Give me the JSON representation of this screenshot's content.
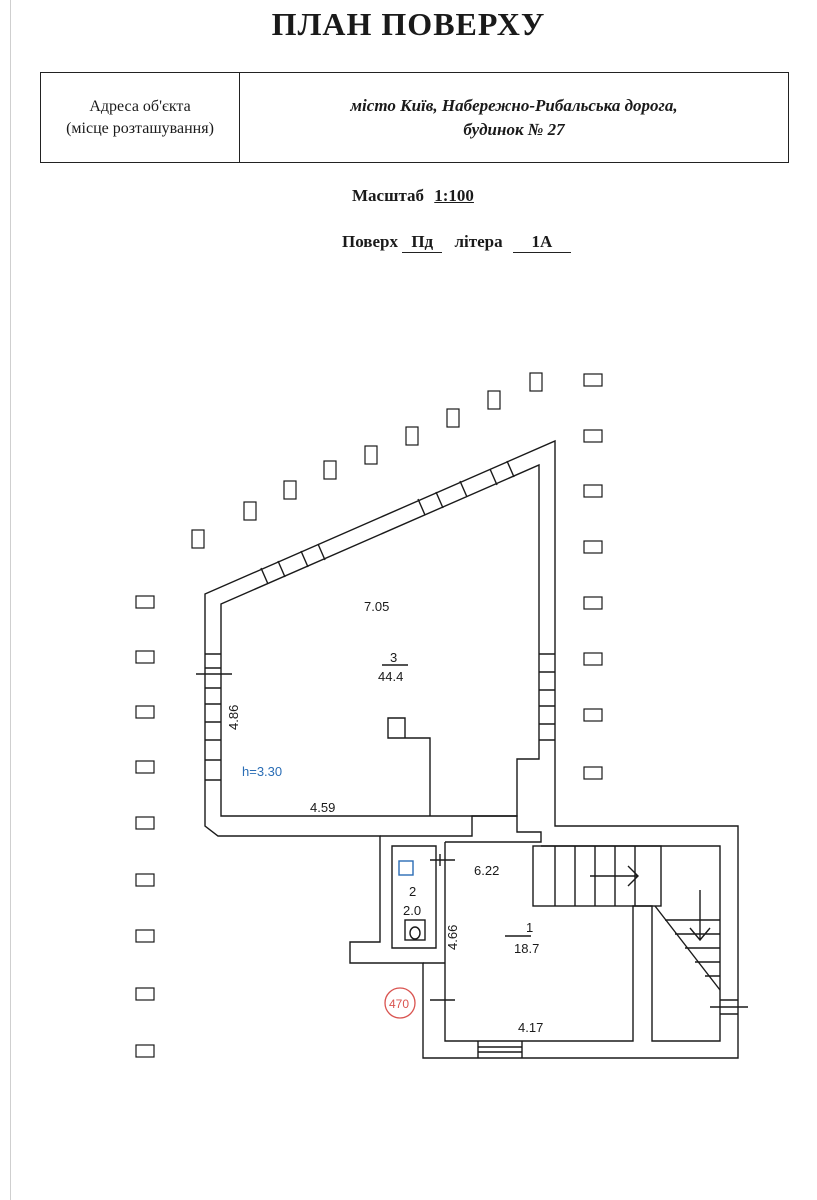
{
  "document": {
    "title": "ПЛАН ПОВЕРХУ",
    "address": {
      "label_line1": "Адреса об'єкта",
      "label_line2": "(місце розташування)",
      "value_line1": "місто Київ, Набережно-Рибальська дорога,",
      "value_line2": "будинок № 27"
    },
    "scale": {
      "label": "Масштаб",
      "value": "1:100"
    },
    "floor": {
      "label": "Поверх",
      "value": "Пд",
      "letter_label": "літера",
      "letter_value": "1А"
    }
  },
  "plan": {
    "rooms": [
      {
        "number": "3",
        "area": "44.4"
      },
      {
        "number": "2",
        "area": "2.0"
      },
      {
        "number": "1",
        "area": "18.7"
      }
    ],
    "dimensions": {
      "room3_top": "7.05",
      "room3_left": "4.86",
      "room3_bottom": "4.59",
      "room1_top": "6.22",
      "room1_left": "4.66",
      "room1_bottom": "4.17"
    },
    "height_note": "h=3.30",
    "height_note_color": "#2a6db5",
    "stamp_mark": "470",
    "stamp_color": "#d9534f"
  }
}
